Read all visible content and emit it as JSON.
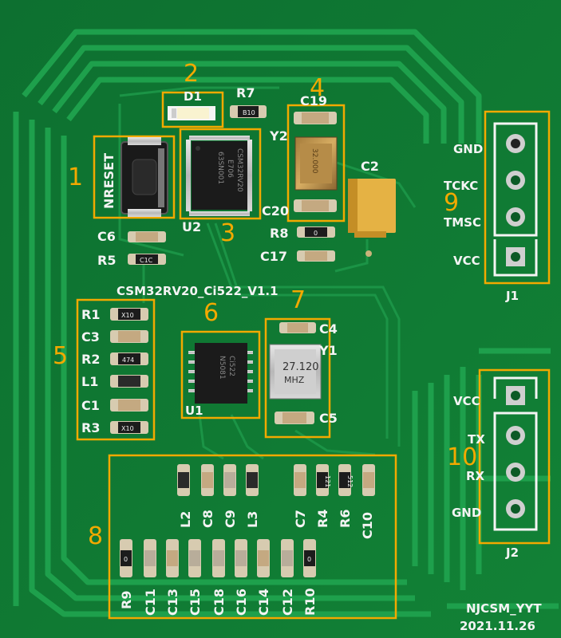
{
  "board": {
    "name": "CSM32RV20_Ci522_V1.1",
    "author": "NJCSM_YYT",
    "date": "2021.11.26",
    "colors": {
      "pcb": "#0f7a33",
      "trace": "#1ea04c",
      "silk": "#f4f4f4",
      "callout": "#f2a900"
    }
  },
  "callouts": {
    "c1": "1",
    "c2": "2",
    "c3": "3",
    "c4": "4",
    "c5": "5",
    "c6": "6",
    "c7": "7",
    "c8": "8",
    "c9": "9",
    "c10": "10"
  },
  "chips": {
    "mcu_text1": "CSM32RV20",
    "mcu_text2": "E706",
    "mcu_text3": "63SN001",
    "nfc_text1": "Ci522",
    "nfc_text2": "N5081",
    "crystal_y2": "32.000",
    "crystal_y1_1": "27.120",
    "crystal_y1_2": "MHZ",
    "resistor_c5": "C1C",
    "resistor_r1": "X10",
    "resistor_r2": "474",
    "resistor_r3": "X10",
    "resistor_r7": "B10",
    "resistor_r8": "0",
    "resistor_r9": "0",
    "resistor_r10": "0",
    "resistor_r4": "121",
    "resistor_r6": "512"
  },
  "labels": {
    "nreset": "NRESET",
    "d1": "D1",
    "r7": "R7",
    "c19": "C19",
    "y2": "Y2",
    "c2": "C2",
    "c20": "C20",
    "u2": "U2",
    "r8": "R8",
    "c17": "C17",
    "c6": "C6",
    "r5": "R5",
    "r1": "R1",
    "c3": "C3",
    "r2": "R2",
    "l1": "L1",
    "c1": "C1",
    "r3": "R3",
    "c4": "C4",
    "y1": "Y1",
    "c5": "C5",
    "u1": "U1",
    "l2": "L2",
    "c8": "C8",
    "c9": "C9",
    "l3": "L3",
    "c7": "C7",
    "r4": "R4",
    "r6": "R6",
    "c10": "C10",
    "r9": "R9",
    "c11": "C11",
    "c13": "C13",
    "c15": "C15",
    "c18": "C18",
    "c16": "C16",
    "c14": "C14",
    "c12": "C12",
    "r10": "R10",
    "j1_gnd": "GND",
    "j1_tckc": "TCKC",
    "j1_tmsc": "TMSC",
    "j1_vcc": "VCC",
    "j1": "J1",
    "j2_vcc": "VCC",
    "j2_tx": "TX",
    "j2_rx": "RX",
    "j2_gnd": "GND",
    "j2": "J2"
  }
}
